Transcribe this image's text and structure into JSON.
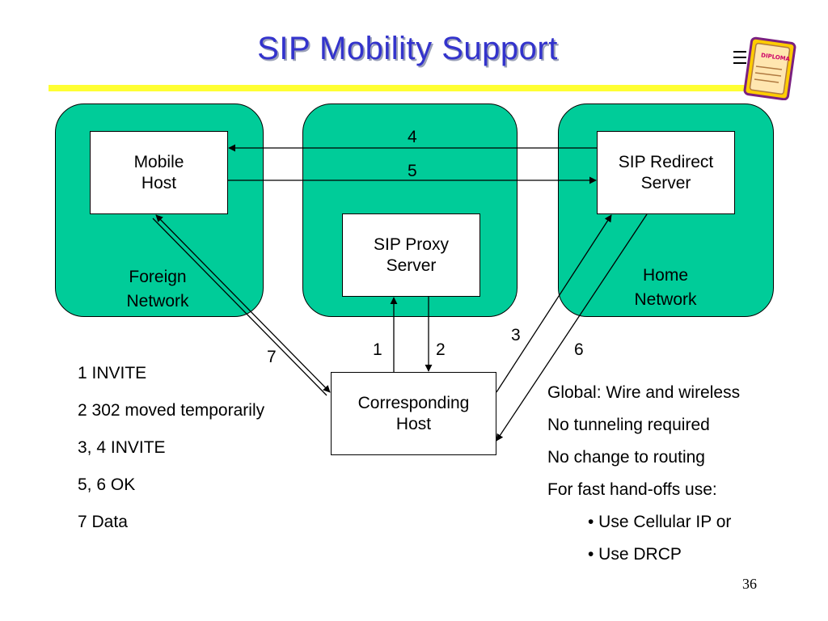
{
  "title": "SIP Mobility Support",
  "colors": {
    "title": "#3333cc",
    "rule": "#ffff33",
    "network": "#00cc99"
  },
  "icon": {
    "name": "diploma-icon",
    "text": "DIPLOMA"
  },
  "networks": {
    "foreign": {
      "label_line1": "Foreign",
      "label_line2": "Network"
    },
    "middle": {
      "label_line1": "",
      "label_line2": ""
    },
    "home": {
      "label_line1": "Home",
      "label_line2": "Network"
    }
  },
  "nodes": {
    "mobile_host": {
      "line1": "Mobile",
      "line2": "Host"
    },
    "proxy_server": {
      "line1": "SIP Proxy",
      "line2": "Server"
    },
    "redirect_server": {
      "line1": "SIP Redirect",
      "line2": "Server"
    },
    "corresponding_host": {
      "line1": "Corresponding",
      "line2": "Host"
    }
  },
  "flows": [
    {
      "step": "4",
      "from": "SIP Redirect Server",
      "to": "Mobile Host"
    },
    {
      "step": "5",
      "from": "Mobile Host",
      "to": "SIP Redirect Server"
    },
    {
      "step": "1",
      "from": "Corresponding Host",
      "to": "SIP Proxy Server"
    },
    {
      "step": "2",
      "from": "SIP Proxy Server",
      "to": "Corresponding Host"
    },
    {
      "step": "3",
      "from": "Corresponding Host",
      "to": "SIP Redirect Server"
    },
    {
      "step": "6",
      "from": "SIP Redirect Server",
      "to": "Corresponding Host"
    },
    {
      "step": "7",
      "from": "Mobile Host",
      "to": "Corresponding Host"
    }
  ],
  "legend": [
    "1  INVITE",
    "2  302 moved temporarily",
    "3, 4  INVITE",
    "5, 6  OK",
    "7  Data"
  ],
  "notes": [
    "Global: Wire and wireless",
    "No tunneling required",
    "No change to routing",
    "For fast hand-offs use:"
  ],
  "bullets": [
    "• Use Cellular IP or",
    "• Use DRCP"
  ],
  "page_number": "36"
}
